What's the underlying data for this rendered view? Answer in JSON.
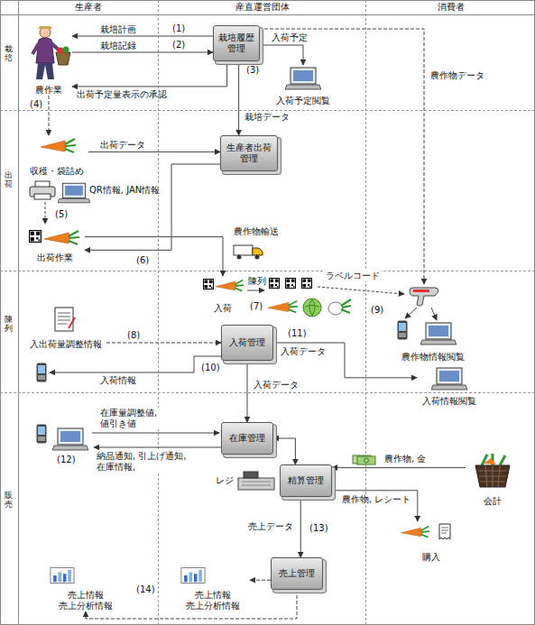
{
  "diagram": {
    "nodes": [
      {
        "text": [
          "農作業"
        ]
      },
      {
        "text": [
          "栽培履歴管理"
        ]
      },
      {
        "text": [
          "入荷予定閲覧"
        ]
      },
      {
        "text": [
          "収穫・袋詰め"
        ]
      },
      {
        "text": [
          "生産者出荷管理"
        ]
      },
      {
        "text": [
          "出荷作業"
        ]
      },
      {
        "text": [
          "入荷"
        ]
      },
      {
        "text": [
          "入出荷量調整情報"
        ]
      },
      {
        "text": [
          "入荷管理"
        ]
      },
      {
        "text": [
          "入荷情報閲覧"
        ]
      },
      {
        "text": [
          "農作物情報閲覧"
        ]
      },
      {
        "text": [
          "在庫管理"
        ]
      },
      {
        "text": [
          "精算管理"
        ]
      },
      {
        "text": [
          "会計"
        ]
      },
      {
        "text": [
          "購入"
        ]
      },
      {
        "text": [
          "売上管理"
        ]
      },
      {
        "text": [
          "売上情報",
          "売上分析情報"
        ]
      },
      {
        "text": [
          "売上情報",
          "売上分析情報"
        ]
      }
    ],
    "edges": [
      {
        "from": 1,
        "to": 0,
        "label": "栽培計画",
        "arrow": "to"
      },
      {
        "from": 0,
        "to": 1,
        "label": "栽培記録",
        "arrow": "to"
      },
      {
        "from": 1,
        "to": 0,
        "label": "出荷予定量表示の承認",
        "arrow": "to"
      },
      {
        "from": 1,
        "to": 2,
        "label": "入荷予定",
        "arrow": "to"
      },
      {
        "from": 1,
        "to": 4,
        "label": "栽培データ",
        "arrow": "to"
      },
      {
        "from": 0,
        "to": 3,
        "arrow": "to"
      },
      {
        "from": 3,
        "to": 4,
        "label": "出荷データ",
        "arrow": "to"
      },
      {
        "from": 4,
        "to": 5,
        "label": "QR情報, JAN情報",
        "arrow": "to"
      },
      {
        "from": 5,
        "to": 6,
        "label": "農作物輸送",
        "arrow": "to"
      },
      {
        "from": 7,
        "to": 8,
        "arrow": "to"
      },
      {
        "from": 8,
        "to": 9,
        "label": "入荷データ",
        "arrow": "to"
      },
      {
        "from": 8,
        "to": 11,
        "label": "入荷データ",
        "arrow": "to"
      },
      {
        "from": 11,
        "to": 12,
        "arrow": "both"
      },
      {
        "from": 13,
        "to": 12,
        "label": "農作物, 金",
        "arrow": "to"
      },
      {
        "from": 12,
        "to": 14,
        "label": "農作物, レシート",
        "arrow": "to"
      },
      {
        "from": 12,
        "to": 15,
        "label": "売上データ",
        "arrow": "to"
      },
      {
        "from": 15,
        "to": 17,
        "arrow": "to"
      },
      {
        "from": 15,
        "to": 16,
        "arrow": "to"
      }
    ],
    "labels": [
      "生産者",
      "産直運営団体",
      "消費者",
      "栽培",
      "出荷",
      "陳列",
      "販売",
      "(1)",
      "(2)",
      "(3)",
      "(4)",
      "(5)",
      "(6)",
      "(7)",
      "(8)",
      "(9)",
      "(10)",
      "(11)",
      "(12)",
      "(13)",
      "(14)",
      "農作物データ",
      "陳列",
      "ラベルコード",
      "入荷情報",
      "在庫量調整値, 値引き値",
      "納品通知, 引上げ通知, 在庫情報,",
      "レジ"
    ]
  }
}
